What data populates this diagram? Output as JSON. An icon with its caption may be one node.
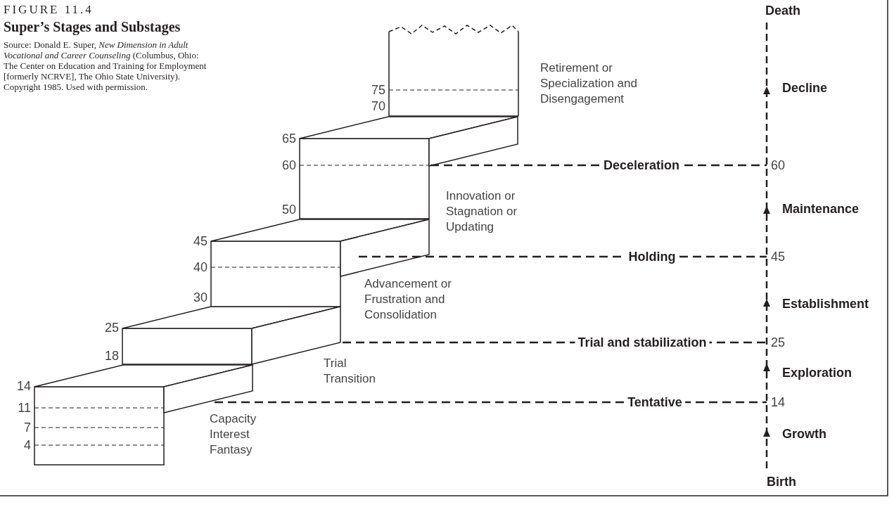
{
  "diagram": {
    "title": "Super’s Stages and Substages",
    "caption": "Source: Donald E. Super, *New Dimension in Adult Vocational and Career Counseling* (Columbus, Ohio: The Center on Education and Training for Employment [formerly NCRVE], The Ohio State University). Copyright 1985. Used with permission.",
    "labels": [
      "FIGURE 11.4",
      "Death",
      "Retirement or Specialization and Disengagement",
      "75",
      "70",
      "Decline",
      "65",
      "60",
      "Deceleration",
      "60",
      "Innovation or Stagnation or Updating",
      "50",
      "Maintenance",
      "45",
      "40",
      "Holding",
      "45",
      "30",
      "Advancement or Frustration and Consolidation",
      "Establishment",
      "25",
      "Trial and stabilization",
      "25",
      "18",
      "Exploration",
      "Trial Transition",
      "14",
      "11",
      "Tentative",
      "14",
      "7",
      "4",
      "Capacity Interest Fantasy",
      "Growth",
      "Birth"
    ]
  }
}
